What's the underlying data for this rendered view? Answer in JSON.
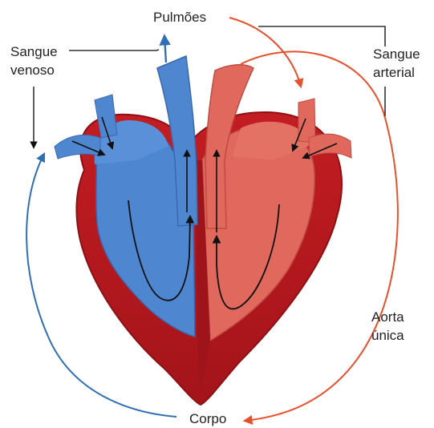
{
  "labels": {
    "lungs": "Pulmões",
    "venous_line1": "Sangue",
    "venous_line2": "venoso",
    "arterial_line1": "Sangue",
    "arterial_line2": "arterial",
    "aorta_line1": "Aorta",
    "aorta_line2": "única",
    "body": "Corpo"
  },
  "colors": {
    "venous_blue": "#4f86d0",
    "venous_blue_dark": "#3a68b0",
    "arterial_red": "#e0685c",
    "heart_wall": "#b8181f",
    "heart_wall_dark": "#8e0f14",
    "circulation_blue_arrow": "#2e6fb5",
    "circulation_red_arrow": "#e8502c",
    "leader_line": "#333333"
  }
}
